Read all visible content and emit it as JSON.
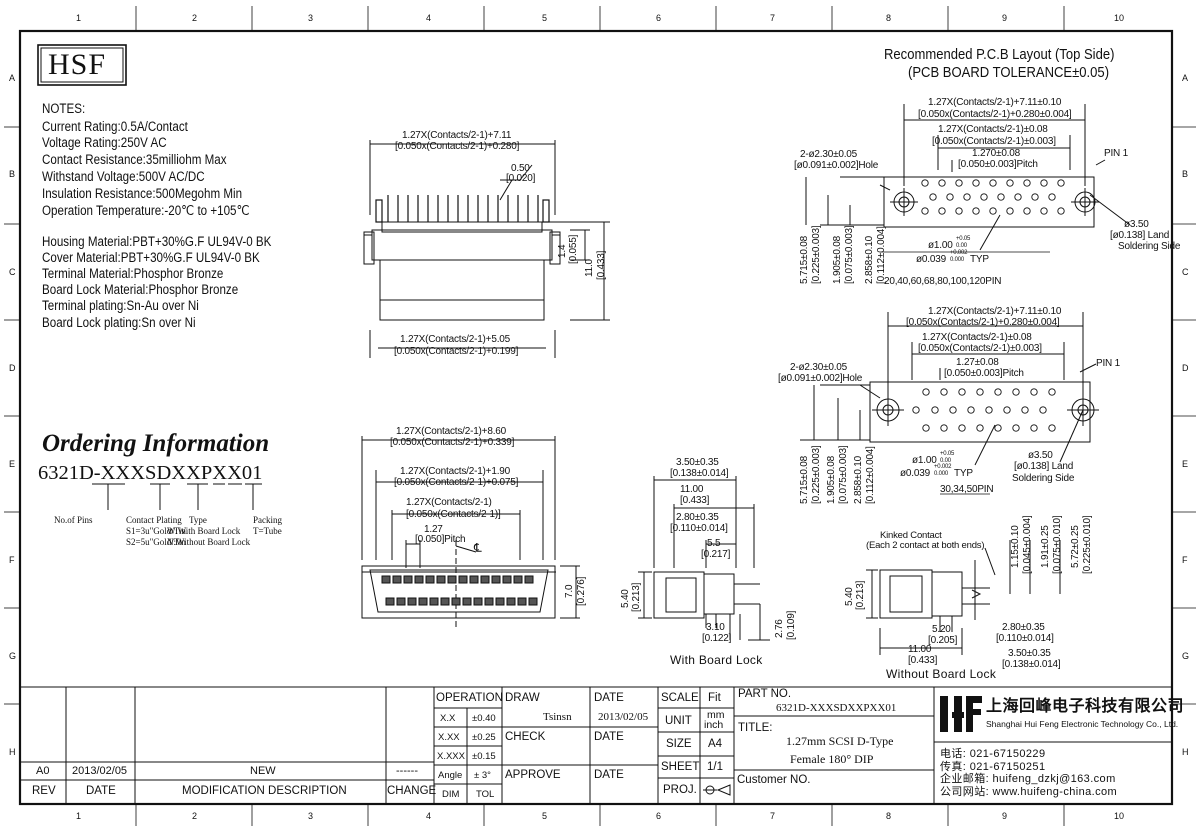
{
  "logo": "HSF",
  "pcb_title": [
    "Recommended P.C.B Layout (Top Side)",
    "(PCB BOARD TOLERANCE±0.05)"
  ],
  "notes": {
    "heading": "NOTES:",
    "electrical": [
      "Current Rating:0.5A/Contact",
      "Voltage Rating:250V AC",
      "Contact Resistance:35milliohm Max",
      "Withstand Voltage:500V AC/DC",
      "Insulation Resistance:500Megohm Min",
      "Operation Temperature:-20℃ to +105℃"
    ],
    "materials": [
      "Housing Material:PBT+30%G.F UL94V-0 BK",
      "Cover Material:PBT+30%G.F UL94V-0 BK",
      "Terminal Material:Phosphor Bronze",
      "Board Lock Material:Phosphor Bronze",
      "Terminal plating:Sn-Au over Ni",
      "Board Lock plating:Sn over Ni"
    ]
  },
  "ordering": {
    "title": "Ordering Information",
    "code": "6321D-XXXSDXXPXX01",
    "legend": {
      "pins": "No.of Pins",
      "plating": "Contact Plating",
      "plating_s1": "S1=3u\"Gold/Tin",
      "plating_s2": "S2=5u\"Gold/Tin",
      "type": "Type",
      "type_w": "W:With Board Lock",
      "type_n": "N:Without Board Lock",
      "packing": "Packing",
      "packing_t": "T=Tube"
    }
  },
  "grid": {
    "cols": [
      "1",
      "2",
      "3",
      "4",
      "5",
      "6",
      "7",
      "8",
      "9",
      "10"
    ],
    "rows": [
      "A",
      "B",
      "C",
      "D",
      "E",
      "F",
      "G",
      "H"
    ]
  },
  "dims_top": {
    "a1": "1.27X(Contacts/2-1)+7.11",
    "a2": "[0.050x(Contacts/2-1)+0.280]",
    "b1": "0.50",
    "b2": "[0.020]",
    "c1": "1.4",
    "c2": "[0.055]",
    "d1": "11.0",
    "d2": "[0.433]",
    "e1": "1.27X(Contacts/2-1)+5.05",
    "e2": "[0.050x(Contacts/2-1)+0.199]"
  },
  "dims_front": {
    "a1": "1.27X(Contacts/2-1)+8.60",
    "a2": "[0.050x(Contacts/2-1)+0.339]",
    "b1": "1.27X(Contacts/2-1)+1.90",
    "b2": "[0.050x(Contacts/2-1)+0.075]",
    "c1": "1.27X(Contacts/2-1)",
    "c2": "[0.050x(Contacts/2-1)]",
    "p1": "1.27",
    "p2": "[0.050]Pitch",
    "cl": "℄",
    "h1": "7.0",
    "h2": "[0.276]"
  },
  "dims_side_lock": {
    "a1": "3.50±0.35",
    "a2": "[0.138±0.014]",
    "b1": "11.00",
    "b2": "[0.433]",
    "c1": "2.80±0.35",
    "c2": "[0.110±0.014]",
    "d1": "5.5",
    "d2": "[0.217]",
    "e1": "5.40",
    "e2": "[0.213]",
    "f1": "3.10",
    "f2": "[0.122]",
    "g1": "2.76",
    "g2": "[0.109]",
    "label": "With Board Lock"
  },
  "dims_side_nolock": {
    "kinked1": "Kinked Contact",
    "kinked2": "(Each 2 contact at both ends)",
    "a1": "1.15±0.10",
    "a2": "[0.045±0.004]",
    "b1": "1.91±0.25",
    "b2": "[0.075±0.010]",
    "c1": "5.72±0.25",
    "c2": "[0.225±0.010]",
    "e1": "5.40",
    "e2": "[0.213]",
    "f1": "5.20",
    "f2": "[0.205]",
    "g1": "2.80±0.35",
    "g2": "[0.110±0.014]",
    "h1": "11.00",
    "h2": "[0.433]",
    "i1": "3.50±0.35",
    "i2": "[0.138±0.014]",
    "label": "Without Board Lock"
  },
  "pcb1": {
    "a1": "1.27X(Contacts/2-1)+7.11±0.10",
    "a2": "[0.050x(Contacts/2-1)+0.280±0.004]",
    "b1": "1.27X(Contacts/2-1)±0.08",
    "b2": "[0.050x(Contacts/2-1)±0.003]",
    "c1": "1.270±0.08",
    "c2": "[0.050±0.003]Pitch",
    "pin1": "PIN 1",
    "h1": "2-ø2.30±0.05",
    "h2": "[ø0.091±0.002]Hole",
    "land1": "ø3.50",
    "land2": "[ø0.138] Land",
    "land3": "Soldering Side",
    "d1": "ø1.00",
    "d2": "ø0.039",
    "tol1": "+0.05",
    "tol2": "0.00",
    "tol3": "+0.002",
    "tol4": "0.000",
    "typ": "TYP",
    "v1a": "5.715±0.08",
    "v1b": "[0.225±0.003]",
    "v2a": "1.905±0.08",
    "v2b": "[0.075±0.003]",
    "v3a": "2.858±0.10",
    "v3b": "[0.112±0.004]",
    "pins": "20,40,60,68,80,100,120PIN"
  },
  "pcb2": {
    "a1": "1.27X(Contacts/2-1)+7.11±0.10",
    "a2": "[0.050x(Contacts/2-1)+0.280±0.004]",
    "b1": "1.27X(Contacts/2-1)±0.08",
    "b2": "[0.050x(Contacts/2-1)±0.003]",
    "c1": "1.27±0.08",
    "c2": "[0.050±0.003]Pitch",
    "pin1": "PIN 1",
    "h1": "2-ø2.30±0.05",
    "h2": "[ø0.091±0.002]Hole",
    "land1": "ø3.50",
    "land2": "[ø0.138] Land",
    "land3": "Soldering Side",
    "d1": "ø1.00",
    "d2": "ø0.039",
    "tol1": "+0.05",
    "tol2": "0.00",
    "tol3": "+0.002",
    "tol4": "0.000",
    "typ": "TYP",
    "v1a": "5.715±0.08",
    "v1b": "[0.225±0.003]",
    "v2a": "1.905±0.08",
    "v2b": "[0.075±0.003]",
    "v3a": "2.858±0.10",
    "v3b": "[0.112±0.004]",
    "pins": "30,34,50PIN"
  },
  "title_block": {
    "rev_row": {
      "rev": "A0",
      "date": "2013/02/05",
      "desc": "NEW",
      "change": "------"
    },
    "headers": {
      "rev": "REV",
      "date": "DATE",
      "desc": "MODIFICATION  DESCRIPTION",
      "change": "CHANGE"
    },
    "operation": "OPERATION",
    "tol": [
      {
        "k": "X.X",
        "v": "±0.40"
      },
      {
        "k": "X.XX",
        "v": "±0.25"
      },
      {
        "k": "X.XXX",
        "v": "±0.15"
      },
      {
        "k": "Angle",
        "v": "± 3°"
      }
    ],
    "dim": "DIM",
    "tolh": "TOL",
    "draw": "DRAW",
    "drawer": "Tsinsn",
    "check": "CHECK",
    "approve": "APPROVE",
    "date_label": "DATE",
    "date_value": "2013/02/05",
    "scale": "SCALE",
    "scale_v": "Fit",
    "unit": "UNIT",
    "unit_v1": "mm",
    "unit_v2": "inch",
    "size": "SIZE",
    "size_v": "A4",
    "sheet": "SHEET",
    "sheet_v": "1/1",
    "proj": "PROJ.",
    "part_no": "PART  NO.",
    "part_v": "6321D-XXXSDXXPXX01",
    "title": "TITLE:",
    "title1": "1.27mm SCSI D-Type",
    "title2": "Female 180° DIP",
    "customer": "Customer  NO.",
    "company_cn": "上海回峰电子科技有限公司",
    "company_en": "Shanghai Hui Feng Electronic Technology Co., Ltd.",
    "tel": "电话: 021-67150229",
    "fax": "传真: 021-67150251",
    "email": "企业邮箱: huifeng_dzkj@163.com",
    "web": "公司网站: www.huifeng-china.com"
  }
}
